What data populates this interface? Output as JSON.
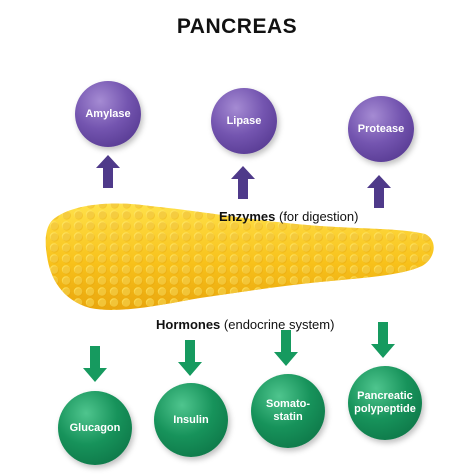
{
  "title": "PANCREAS",
  "enzymes_label": {
    "bold": "Enzymes",
    "rest": " (for digestion)"
  },
  "hormones_label": {
    "bold": "Hormones",
    "rest": " (endocrine system)"
  },
  "enzymes": [
    {
      "label": "Amylase"
    },
    {
      "label": "Lipase"
    },
    {
      "label": "Protease"
    }
  ],
  "hormones": [
    {
      "label": "Glucagon"
    },
    {
      "label": "Insulin"
    },
    {
      "label": "Somato-\nstatin"
    },
    {
      "label": "Pancreatic\npolypeptide"
    }
  ],
  "colors": {
    "enzyme": "#5a3d96",
    "enzyme_arrow": "#4f3a8a",
    "hormone": "#14895a",
    "hormone_arrow": "#169a5f",
    "pancreas": "#f7c21c"
  }
}
